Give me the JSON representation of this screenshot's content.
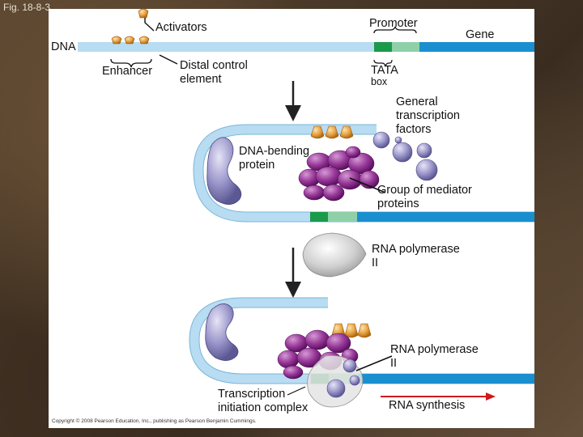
{
  "figure_label": "Fig. 18-8-3",
  "labels": {
    "activators": "Activators",
    "promoter": "Promoter",
    "gene": "Gene",
    "dna": "DNA",
    "enhancer": "Enhancer",
    "distal_control_element": "Distal control element",
    "tata": "TATA",
    "box": "box",
    "general_transcription_factors": "General transcription factors",
    "dna_bending_protein": "DNA-bending protein",
    "group_of_mediator_proteins": "Group of mediator proteins",
    "rna_polymerase_ii_1": "RNA polymerase II",
    "rna_polymerase_ii_2": "RNA polymerase II",
    "transcription_initiation_complex": "Transcription initiation complex",
    "rna_synthesis": "RNA synthesis"
  },
  "copyright": "Copyright © 2008 Pearson Education, Inc., publishing as Pearson Benjamin Cummings.",
  "colors": {
    "dna_light": "#b8dcf2",
    "dna_dark": "#1a8fd0",
    "promoter_green": "#1a9a4a",
    "promoter_lightgreen": "#8fd0a8",
    "activator_orange": "#e8a040",
    "mediator_purple": "#8a2a8a",
    "gtf_lavender": "#8a86c0",
    "polymerase_gray": "#c8c8c8"
  }
}
